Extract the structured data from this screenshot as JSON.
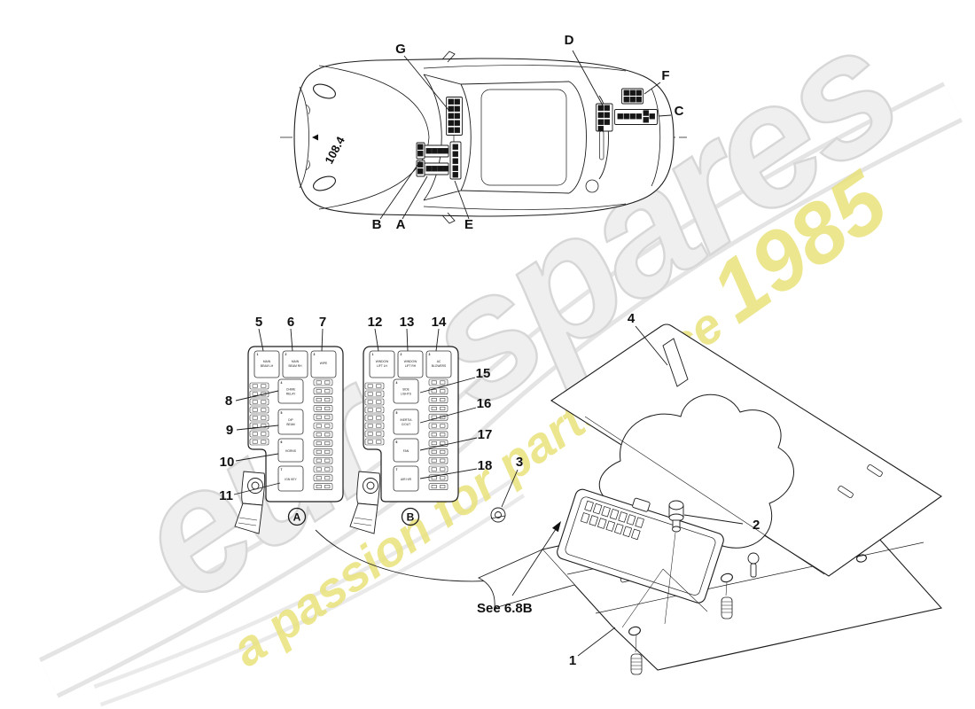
{
  "watermark": {
    "brand": "eurospares",
    "tagline_prefix": "a passion for parts since",
    "tagline_year": "1985",
    "brand_color": "#efefef",
    "tagline_color": "#e9e27c"
  },
  "car_view": {
    "dimension": "108.4",
    "callouts": {
      "G": "G",
      "D": "D",
      "F": "F",
      "C": "C",
      "B": "B",
      "A": "A",
      "E": "E"
    }
  },
  "fusebox_a": {
    "badge": "A",
    "callouts": {
      "c5": "5",
      "c6": "6",
      "c7": "7",
      "c8": "8",
      "c9": "9",
      "c10": "10",
      "c11": "11"
    },
    "relays": [
      {
        "num": "1",
        "line1": "MAIN",
        "line2": "BEAM LH"
      },
      {
        "num": "2",
        "line1": "MAIN",
        "line2": "BEAM RH"
      },
      {
        "num": "3",
        "line1": "WIPE",
        "line2": ""
      },
      {
        "num": "4",
        "line1": "CHIME",
        "line2": "RELAY"
      },
      {
        "num": "5",
        "line1": "DIP",
        "line2": "BEAM"
      },
      {
        "num": "6",
        "line1": "HORNS",
        "line2": ""
      },
      {
        "num": "7",
        "line1": "IGN KEY",
        "line2": ""
      }
    ]
  },
  "fusebox_b": {
    "badge": "B",
    "callouts": {
      "c12": "12",
      "c13": "13",
      "c14": "14",
      "c15": "15",
      "c16": "16",
      "c17": "17",
      "c18": "18"
    },
    "relays": [
      {
        "num": "1",
        "line1": "WINDOW",
        "line2": "LIFT LH"
      },
      {
        "num": "2",
        "line1": "WINDOW",
        "line2": "LIFT RH"
      },
      {
        "num": "3",
        "line1": "AC",
        "line2": "BLOWERS"
      },
      {
        "num": "4",
        "line1": "SIDE",
        "line2": "LIGHTS"
      },
      {
        "num": "5",
        "line1": "INERTIA",
        "line2": "C/OUT"
      },
      {
        "num": "6",
        "line1": "FAN",
        "line2": ""
      },
      {
        "num": "7",
        "line1": "AIR H/R",
        "line2": ""
      }
    ]
  },
  "exploded_view": {
    "callouts": {
      "c1": "1",
      "c2": "2",
      "c3": "3",
      "c4": "4"
    },
    "note": "See 6.8B"
  }
}
